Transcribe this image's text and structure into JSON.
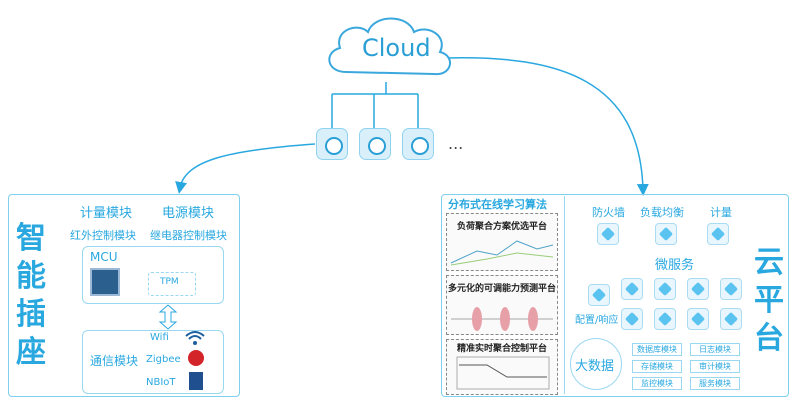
{
  "cloud": {
    "label": "Cloud"
  },
  "ellipsis": "...",
  "left_panel": {
    "title_chars": [
      "智",
      "能",
      "插",
      "座"
    ],
    "metering_module": "计量模块",
    "power_module": "电源模块",
    "ir_control_module": "红外控制模块",
    "relay_control_module": "继电器控制模块",
    "mcu": "MCU",
    "tpm": "TPM",
    "comm_module": "通信模块",
    "wifi": "Wifi",
    "zigbee": "Zigbee",
    "nbiot": "NBIoT"
  },
  "right_panel": {
    "algo_title": "分布式在线学习算法",
    "algo_papers": [
      "负荷聚合方案优选平台",
      "多元化的可调能力预测平台",
      "精准实时聚合控制平台"
    ],
    "firewall": "防火墙",
    "load_balance": "负载均衡",
    "metering": "计量",
    "microservices": "微服务",
    "config_response": "配置/响应",
    "big_data": "大数据",
    "modules": [
      "数据库模块",
      "日志模块",
      "存储模块",
      "审计模块",
      "监控模块",
      "服务模块"
    ],
    "title_chars": [
      "云",
      "平",
      "台"
    ]
  },
  "colors": {
    "accent": "#29a8e0",
    "border": "#7fd0ef"
  }
}
